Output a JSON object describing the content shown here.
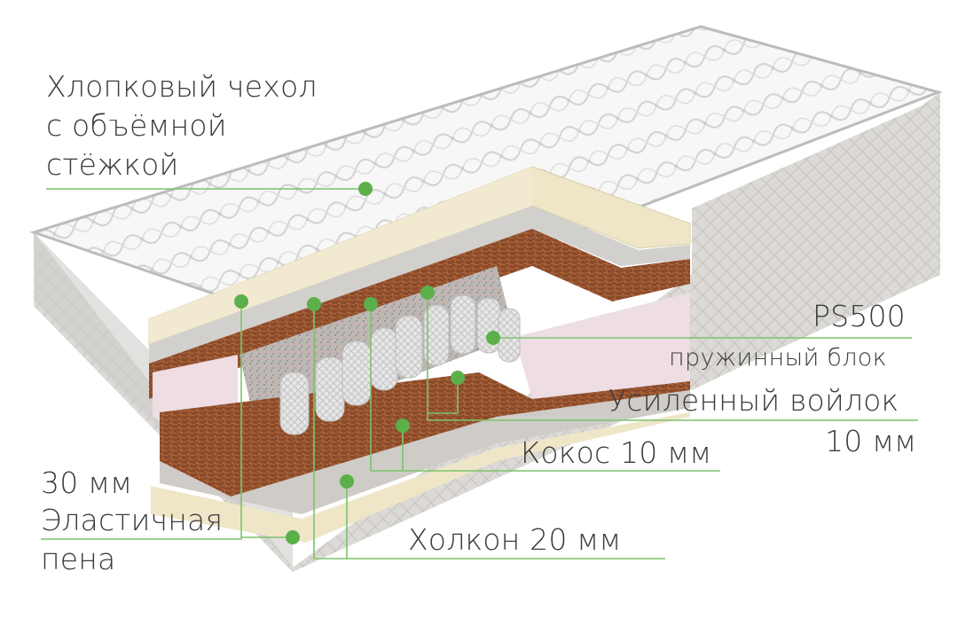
{
  "labels": {
    "cover": {
      "line1": "Хлопковый чехол",
      "line2": "с объёмной",
      "line3": "стёжкой"
    },
    "spring_model": "PS500",
    "spring_desc": "пружинный блок",
    "felt_line1": "Усиленный войлок",
    "felt_line2": "10 мм",
    "coconut": "Кокос 10 мм",
    "holcon": "Холкон 20 мм",
    "foam_line1": "30 мм",
    "foam_line2": "Эластичная",
    "foam_line3": "пена"
  },
  "colors": {
    "accent_green": "#5bb04a",
    "line_green": "#7cc36a",
    "coconut": "#8a4a2a",
    "foam": "#efe6c8",
    "pink_foam": "#eedde3",
    "felt": "#b9b4ae",
    "quilt": "#f6f6f6",
    "side_fabric": "#d9d7d3"
  },
  "icons": [
    "callout-dot-icon"
  ]
}
